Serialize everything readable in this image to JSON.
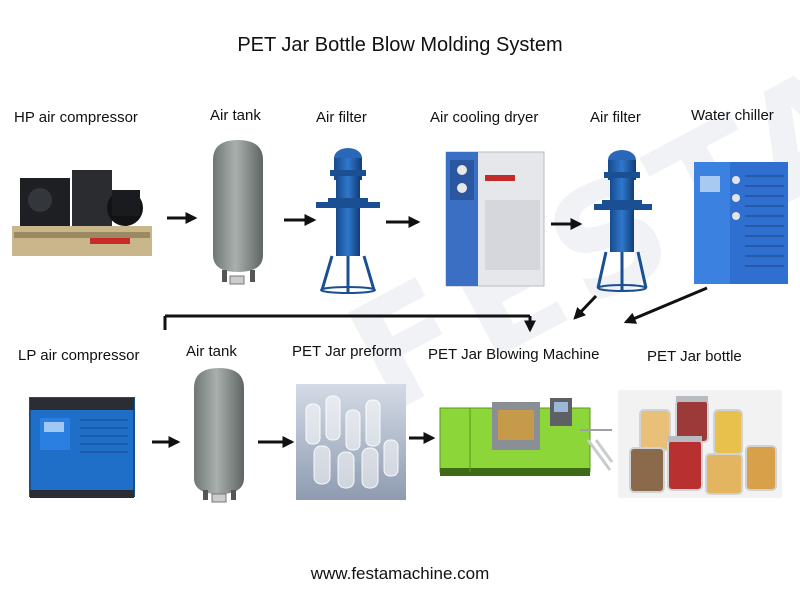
{
  "title": "PET Jar Bottle Blow Molding System",
  "row1": [
    {
      "label": "HP air compressor",
      "icon": "hp-air-compressor-icon"
    },
    {
      "label": "Air tank",
      "icon": "air-tank-icon"
    },
    {
      "label": "Air filter",
      "icon": "air-filter-icon"
    },
    {
      "label": "Air cooling dryer",
      "icon": "air-cooling-dryer-icon"
    },
    {
      "label": "Air filter",
      "icon": "air-filter-icon"
    },
    {
      "label": "Water chiller",
      "icon": "water-chiller-icon"
    }
  ],
  "row2": [
    {
      "label": "LP air compressor",
      "icon": "lp-air-compressor-icon"
    },
    {
      "label": "Air tank",
      "icon": "air-tank-icon"
    },
    {
      "label": "PET Jar preform",
      "icon": "pet-jar-preform-icon"
    },
    {
      "label": "PET Jar Blowing Machine",
      "icon": "blowing-machine-icon"
    },
    {
      "label": "PET Jar bottle",
      "icon": "pet-jar-bottle-icon"
    }
  ],
  "website": "www.festamachine.com",
  "watermark": "FESTA",
  "colors": {
    "tank_gray": "#8a9290",
    "filter_blue": "#1e5fb0",
    "dryer_blue": "#3b6fc4",
    "chiller_blue": "#2f6fd0",
    "compressor_blue": "#1f6fc8",
    "machine_green": "#8cd63a",
    "arrow": "#111111"
  }
}
